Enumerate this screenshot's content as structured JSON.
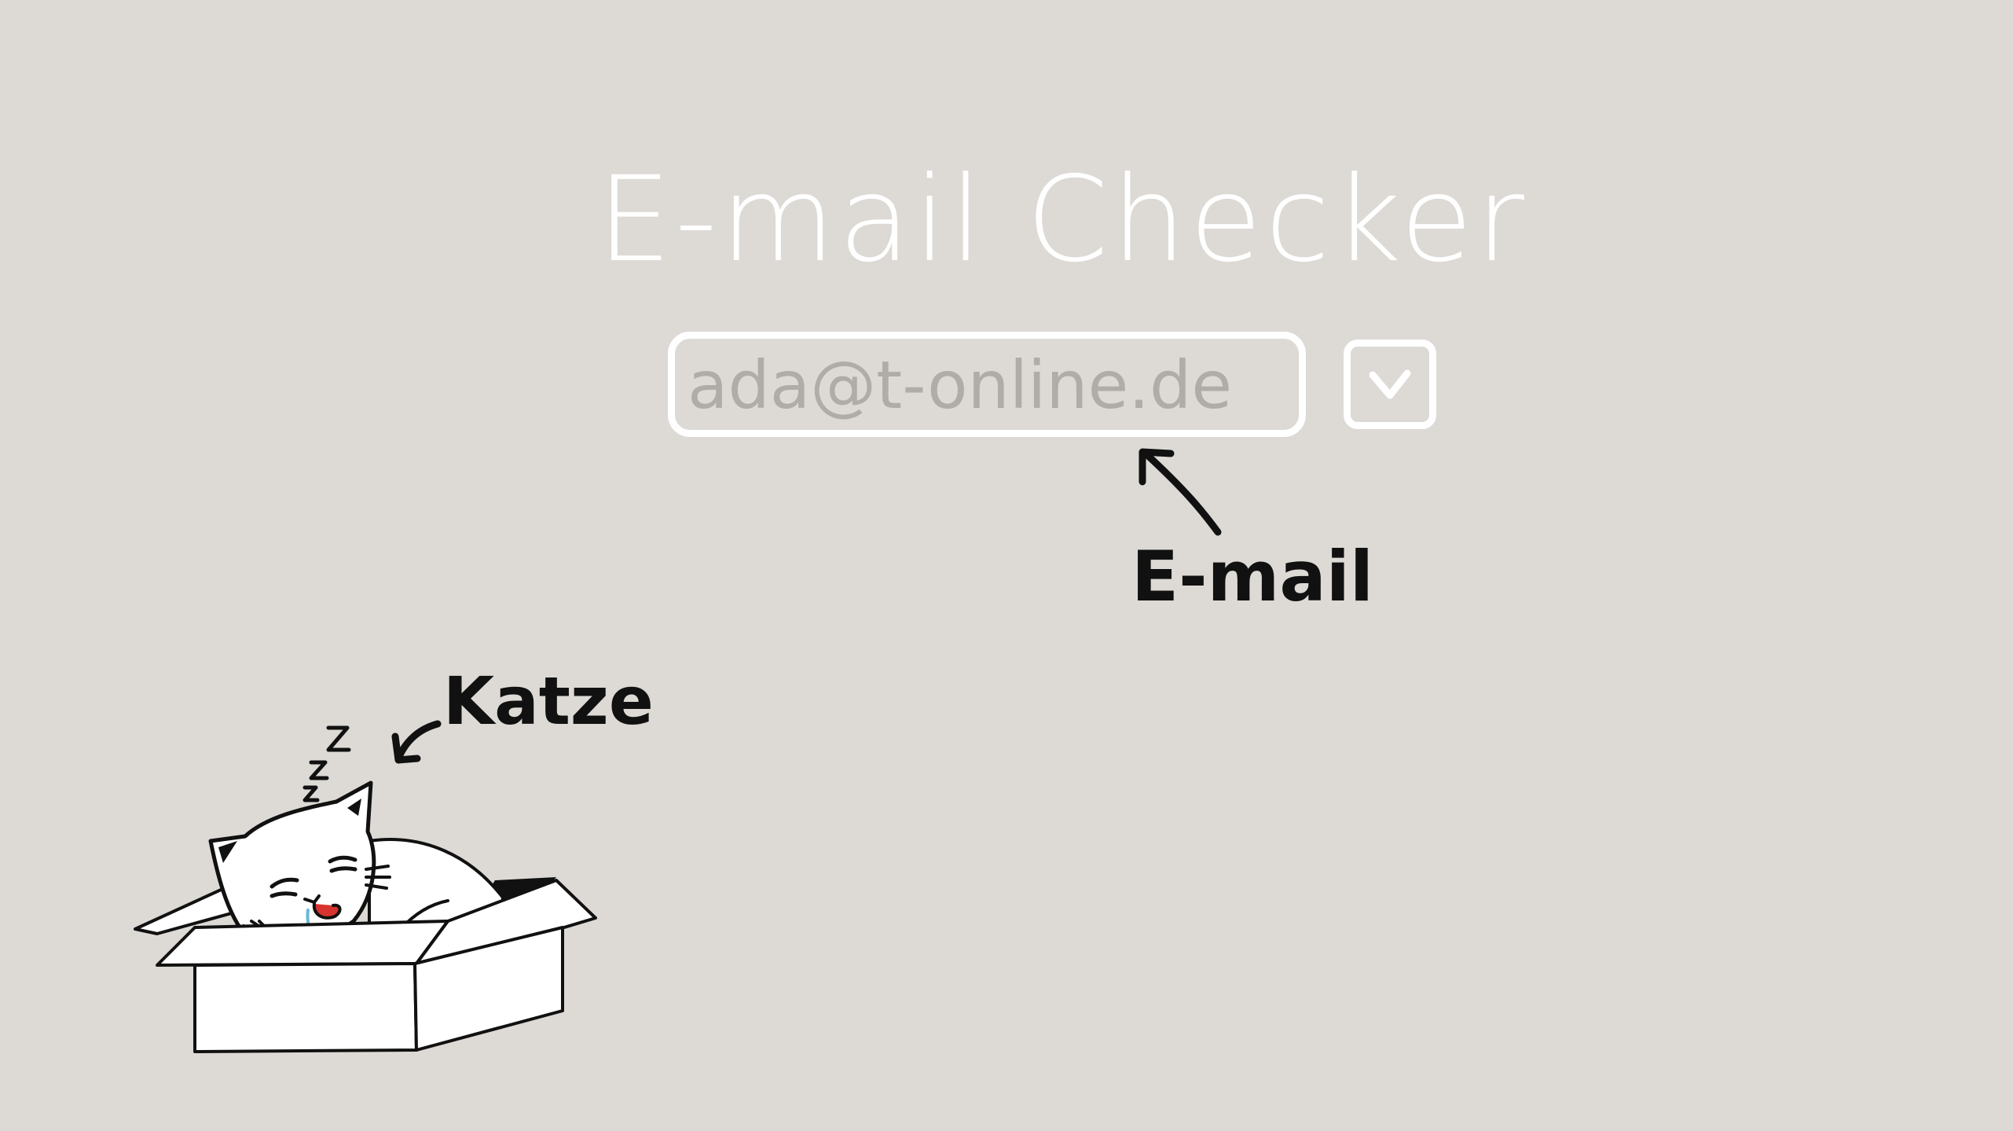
{
  "app": {
    "title": "E-mail Checker"
  },
  "email_field": {
    "placeholder": "ada@t-online.de",
    "value": ""
  },
  "check_button": {
    "icon": "chevron-down-icon"
  },
  "annotations": {
    "email_label": "E-mail",
    "cat_label": "Katze"
  },
  "colors": {
    "background": "#dddad5",
    "ui_stroke": "#ffffff",
    "placeholder_text": "#b0aca7",
    "annotation_ink": "#111111"
  }
}
